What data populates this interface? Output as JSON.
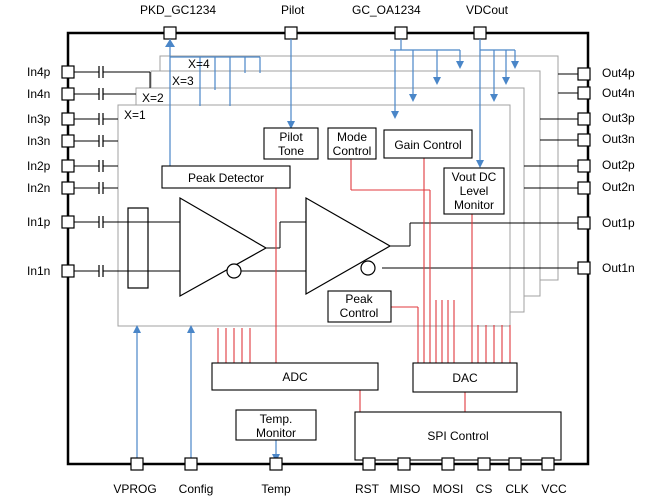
{
  "top_pins": [
    "PKD_GC1234",
    "Pilot",
    "GC_OA1234",
    "VDCout"
  ],
  "bottom_pins": [
    "VPROG",
    "Config",
    "Temp",
    "RST",
    "MISO",
    "MOSI",
    "CS",
    "CLK",
    "VCC"
  ],
  "left_pins": [
    "In4p",
    "In4n",
    "In3p",
    "In3n",
    "In2p",
    "In2n",
    "In1p",
    "In1n"
  ],
  "right_pins": [
    "Out4p",
    "Out4n",
    "Out3p",
    "Out3n",
    "Out2p",
    "Out2n",
    "Out1p",
    "Out1n"
  ],
  "channel_labels": [
    "X=4",
    "X=3",
    "X=2",
    "X=1"
  ],
  "blocks": {
    "pilot_tone": [
      "Pilot",
      "Tone"
    ],
    "mode_control": [
      "Mode",
      "Control"
    ],
    "gain_control": "Gain Control",
    "peak_detector": "Peak Detector",
    "vout_dc": [
      "Vout DC",
      "Level",
      "Monitor"
    ],
    "peak_control": [
      "Peak",
      "Control"
    ],
    "adc": "ADC",
    "dac": "DAC",
    "temp_monitor": [
      "Temp.",
      "Monitor"
    ],
    "spi_control": "SPI Control"
  }
}
